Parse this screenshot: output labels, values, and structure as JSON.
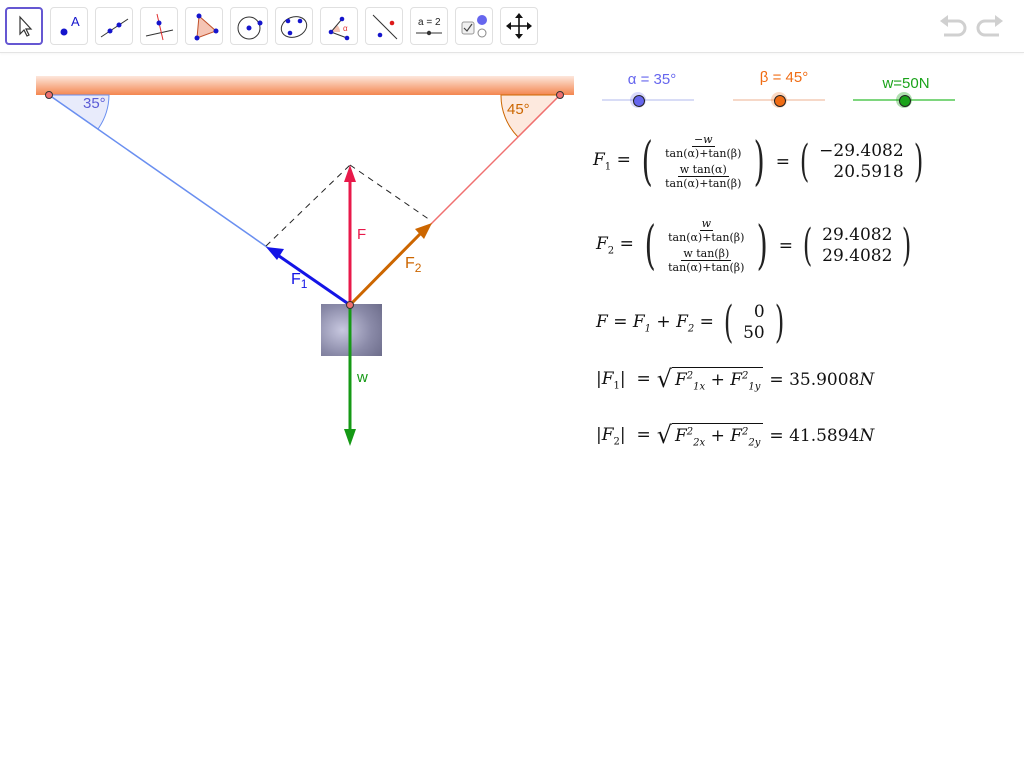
{
  "toolbar": {
    "tools": [
      {
        "name": "move-tool",
        "label": "Move",
        "selected": true
      },
      {
        "name": "point-tool",
        "label": "A"
      },
      {
        "name": "line-tool",
        "label": "Line"
      },
      {
        "name": "perpendicular-line-tool",
        "label": "Perpendicular Line"
      },
      {
        "name": "polygon-tool",
        "label": "Polygon"
      },
      {
        "name": "circle-center-point-tool",
        "label": "Circle with Center"
      },
      {
        "name": "conic-tool",
        "label": "Ellipse"
      },
      {
        "name": "angle-tool",
        "label": "α"
      },
      {
        "name": "reflect-tool",
        "label": "Reflect"
      },
      {
        "name": "slider-tool",
        "label": "a = 2"
      },
      {
        "name": "checkbox-tool",
        "label": "Checkbox"
      },
      {
        "name": "move-graphics-view-tool",
        "label": "Move Graphics View"
      }
    ],
    "undo_label": "Undo",
    "redo_label": "Redo"
  },
  "sliders": [
    {
      "label": "α = 35°",
      "color": "#6666ee",
      "track": "#d8dcf6",
      "value": 35
    },
    {
      "label": "β = 45°",
      "color": "#f06c14",
      "track": "#f6d8c8",
      "value": 45
    },
    {
      "label": "w=50N",
      "color": "#1aa31a",
      "track": "#7ed67e",
      "value": 50
    }
  ],
  "diagram": {
    "ceiling_color": "#f5946a",
    "angle_alpha_label": "35°",
    "angle_beta_label": "45°",
    "vector_labels": {
      "F": "F",
      "F1": "F",
      "F1_sub": "1",
      "F2": "F",
      "F2_sub": "2",
      "w": "w"
    },
    "colors": {
      "F": "#e8194a",
      "F1": "#1414e6",
      "F2": "#cc6600",
      "w": "#159915",
      "rope_left": "#6a8ff0",
      "rope_right": "#f07070"
    }
  },
  "algebra": {
    "F1": {
      "lhs": "F",
      "sub": "1",
      "expr_top_num": "−w",
      "expr_top_den": "tan(α)+tan(β)",
      "expr_bot_num": "w tan(α)",
      "expr_bot_den": "tan(α)+tan(β)",
      "x": "−29.4082",
      "y": "20.5918"
    },
    "F2": {
      "lhs": "F",
      "sub": "2",
      "expr_top_num": "w",
      "expr_top_den": "tan(α)+tan(β)",
      "expr_bot_num": "w tan(β)",
      "expr_bot_den": "tan(α)+tan(β)",
      "x": "29.4082",
      "y": "29.4082"
    },
    "F": {
      "lhs": "F = F",
      "mid": " + F",
      "x": "0",
      "y": "50"
    },
    "mag_F1": {
      "value": "35.9008",
      "unit": "N"
    },
    "mag_F2": {
      "value": "41.5894",
      "unit": "N"
    }
  }
}
